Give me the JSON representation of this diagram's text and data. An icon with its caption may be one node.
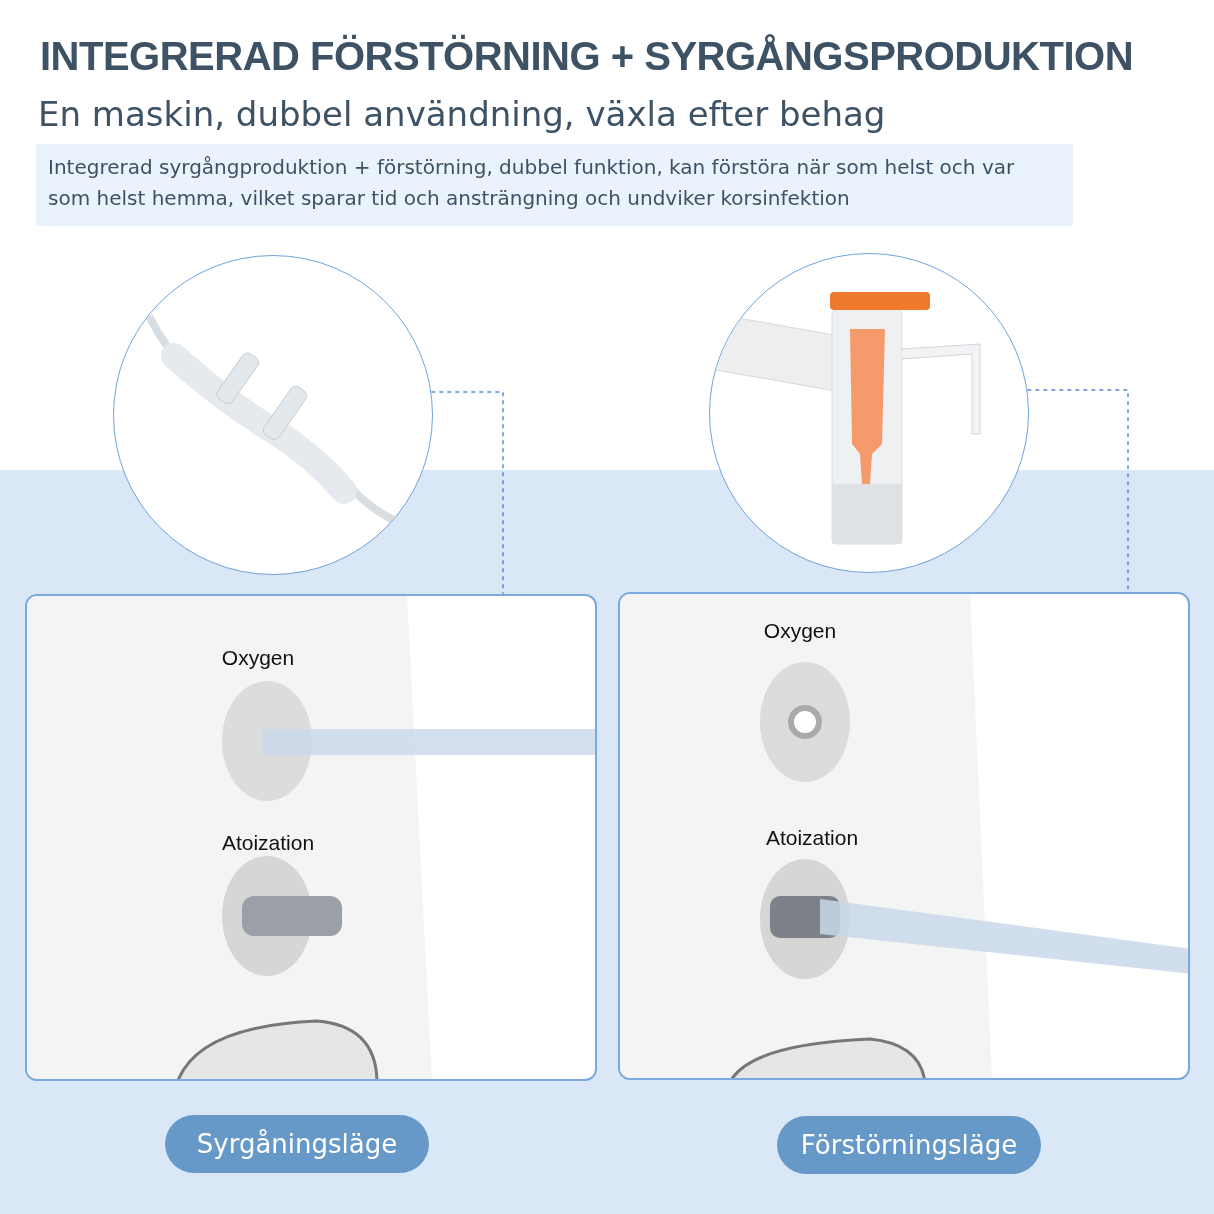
{
  "diagram": {
    "title": "INTEGRERAD FÖRSTÖRNING + SYRGÅNGSPRODUKTION",
    "caption": "En maskin, dubbel användning, växla efter behag",
    "nodes": [
      {
        "text": [],
        "shape": "picture"
      },
      {
        "text": [],
        "shape": "picture"
      },
      {
        "text": [
          "Oxygen",
          "Atoization"
        ]
      },
      {
        "text": [
          "Oxygen",
          "Atoization"
        ]
      },
      {
        "text": [
          "Syrgåningsläge"
        ]
      },
      {
        "text": [
          "Förstörningsläge"
        ]
      }
    ],
    "edges": [
      {
        "from": 0,
        "to": 2,
        "arrow": "none",
        "style": "dashed"
      },
      {
        "from": 1,
        "to": 3,
        "arrow": "none",
        "style": "dashed"
      }
    ],
    "labels": [
      "Integrerad syrgångproduktion + förstörning, dubbel funktion, kan förstöra när som helst och var som helst hemma, vilket sparar tid och ansträngning och undviker korsinfektion"
    ]
  }
}
